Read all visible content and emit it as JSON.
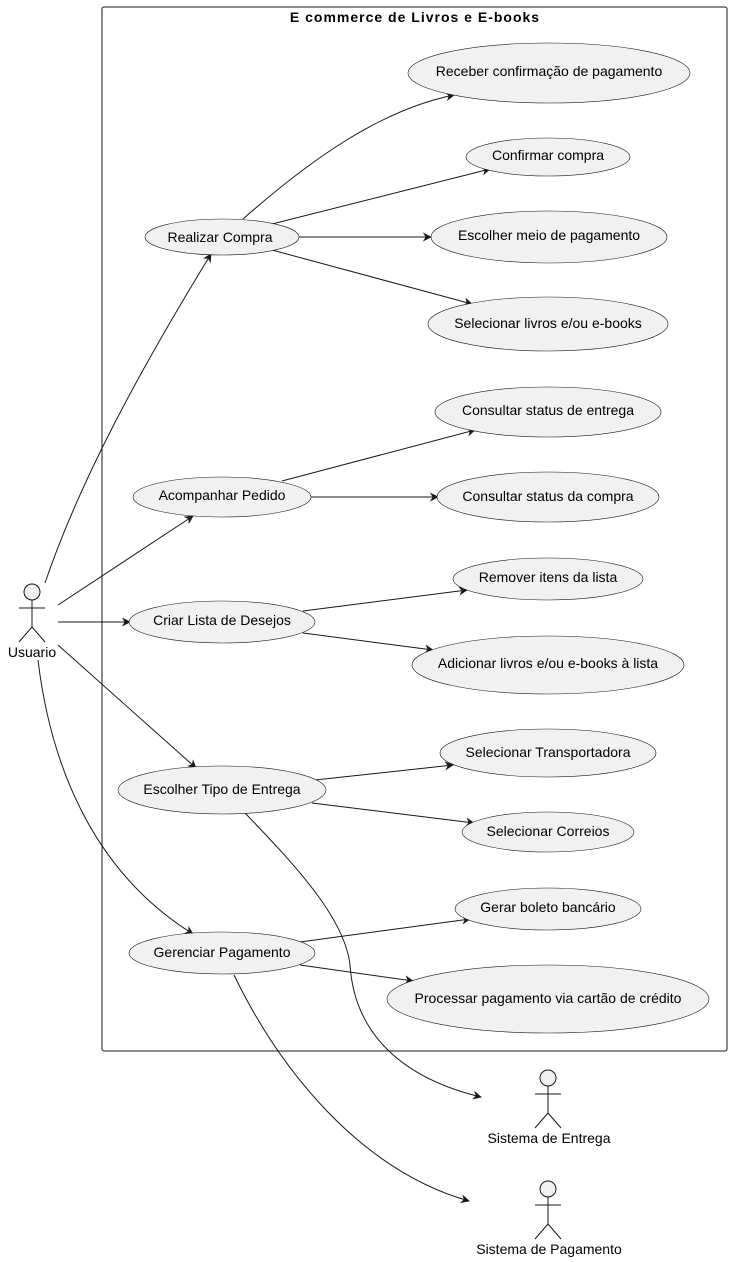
{
  "system": {
    "title": "E commerce de Livros e E-books"
  },
  "actors": [
    {
      "id": "usuario",
      "name": "Usuario"
    },
    {
      "id": "entrega",
      "name": "Sistema de Entrega"
    },
    {
      "id": "pagamento",
      "name": "Sistema de Pagamento"
    }
  ],
  "use_cases": [
    {
      "id": "realizar",
      "label": "Realizar Compra"
    },
    {
      "id": "receber",
      "label": "Receber confirmação de pagamento"
    },
    {
      "id": "confirmar",
      "label": "Confirmar compra"
    },
    {
      "id": "meio",
      "label": "Escolher meio de pagamento"
    },
    {
      "id": "selecionar",
      "label": "Selecionar livros e/ou e-books"
    },
    {
      "id": "acompanhar",
      "label": "Acompanhar Pedido"
    },
    {
      "id": "status_entrega",
      "label": "Consultar status de entrega"
    },
    {
      "id": "status_compra",
      "label": "Consultar status da compra"
    },
    {
      "id": "lista",
      "label": "Criar Lista de Desejos"
    },
    {
      "id": "remover",
      "label": "Remover itens da lista"
    },
    {
      "id": "adicionar",
      "label": "Adicionar livros e/ou e-books à lista"
    },
    {
      "id": "tipo_entrega",
      "label": "Escolher Tipo de Entrega"
    },
    {
      "id": "transportadora",
      "label": "Selecionar Transportadora"
    },
    {
      "id": "correios",
      "label": "Selecionar Correios"
    },
    {
      "id": "gerenciar",
      "label": "Gerenciar Pagamento"
    },
    {
      "id": "boleto",
      "label": "Gerar boleto bancário"
    },
    {
      "id": "cartao",
      "label": "Processar pagamento via cartão de crédito"
    }
  ],
  "relations": [
    {
      "from": "usuario",
      "to": "realizar"
    },
    {
      "from": "usuario",
      "to": "acompanhar"
    },
    {
      "from": "usuario",
      "to": "lista"
    },
    {
      "from": "usuario",
      "to": "tipo_entrega"
    },
    {
      "from": "usuario",
      "to": "gerenciar"
    },
    {
      "from": "realizar",
      "to": "receber"
    },
    {
      "from": "realizar",
      "to": "confirmar"
    },
    {
      "from": "realizar",
      "to": "meio"
    },
    {
      "from": "realizar",
      "to": "selecionar"
    },
    {
      "from": "acompanhar",
      "to": "status_entrega"
    },
    {
      "from": "acompanhar",
      "to": "status_compra"
    },
    {
      "from": "lista",
      "to": "remover"
    },
    {
      "from": "lista",
      "to": "adicionar"
    },
    {
      "from": "tipo_entrega",
      "to": "transportadora"
    },
    {
      "from": "tipo_entrega",
      "to": "correios"
    },
    {
      "from": "tipo_entrega",
      "to": "entrega"
    },
    {
      "from": "gerenciar",
      "to": "boleto"
    },
    {
      "from": "gerenciar",
      "to": "cartao"
    },
    {
      "from": "gerenciar",
      "to": "pagamento"
    }
  ]
}
